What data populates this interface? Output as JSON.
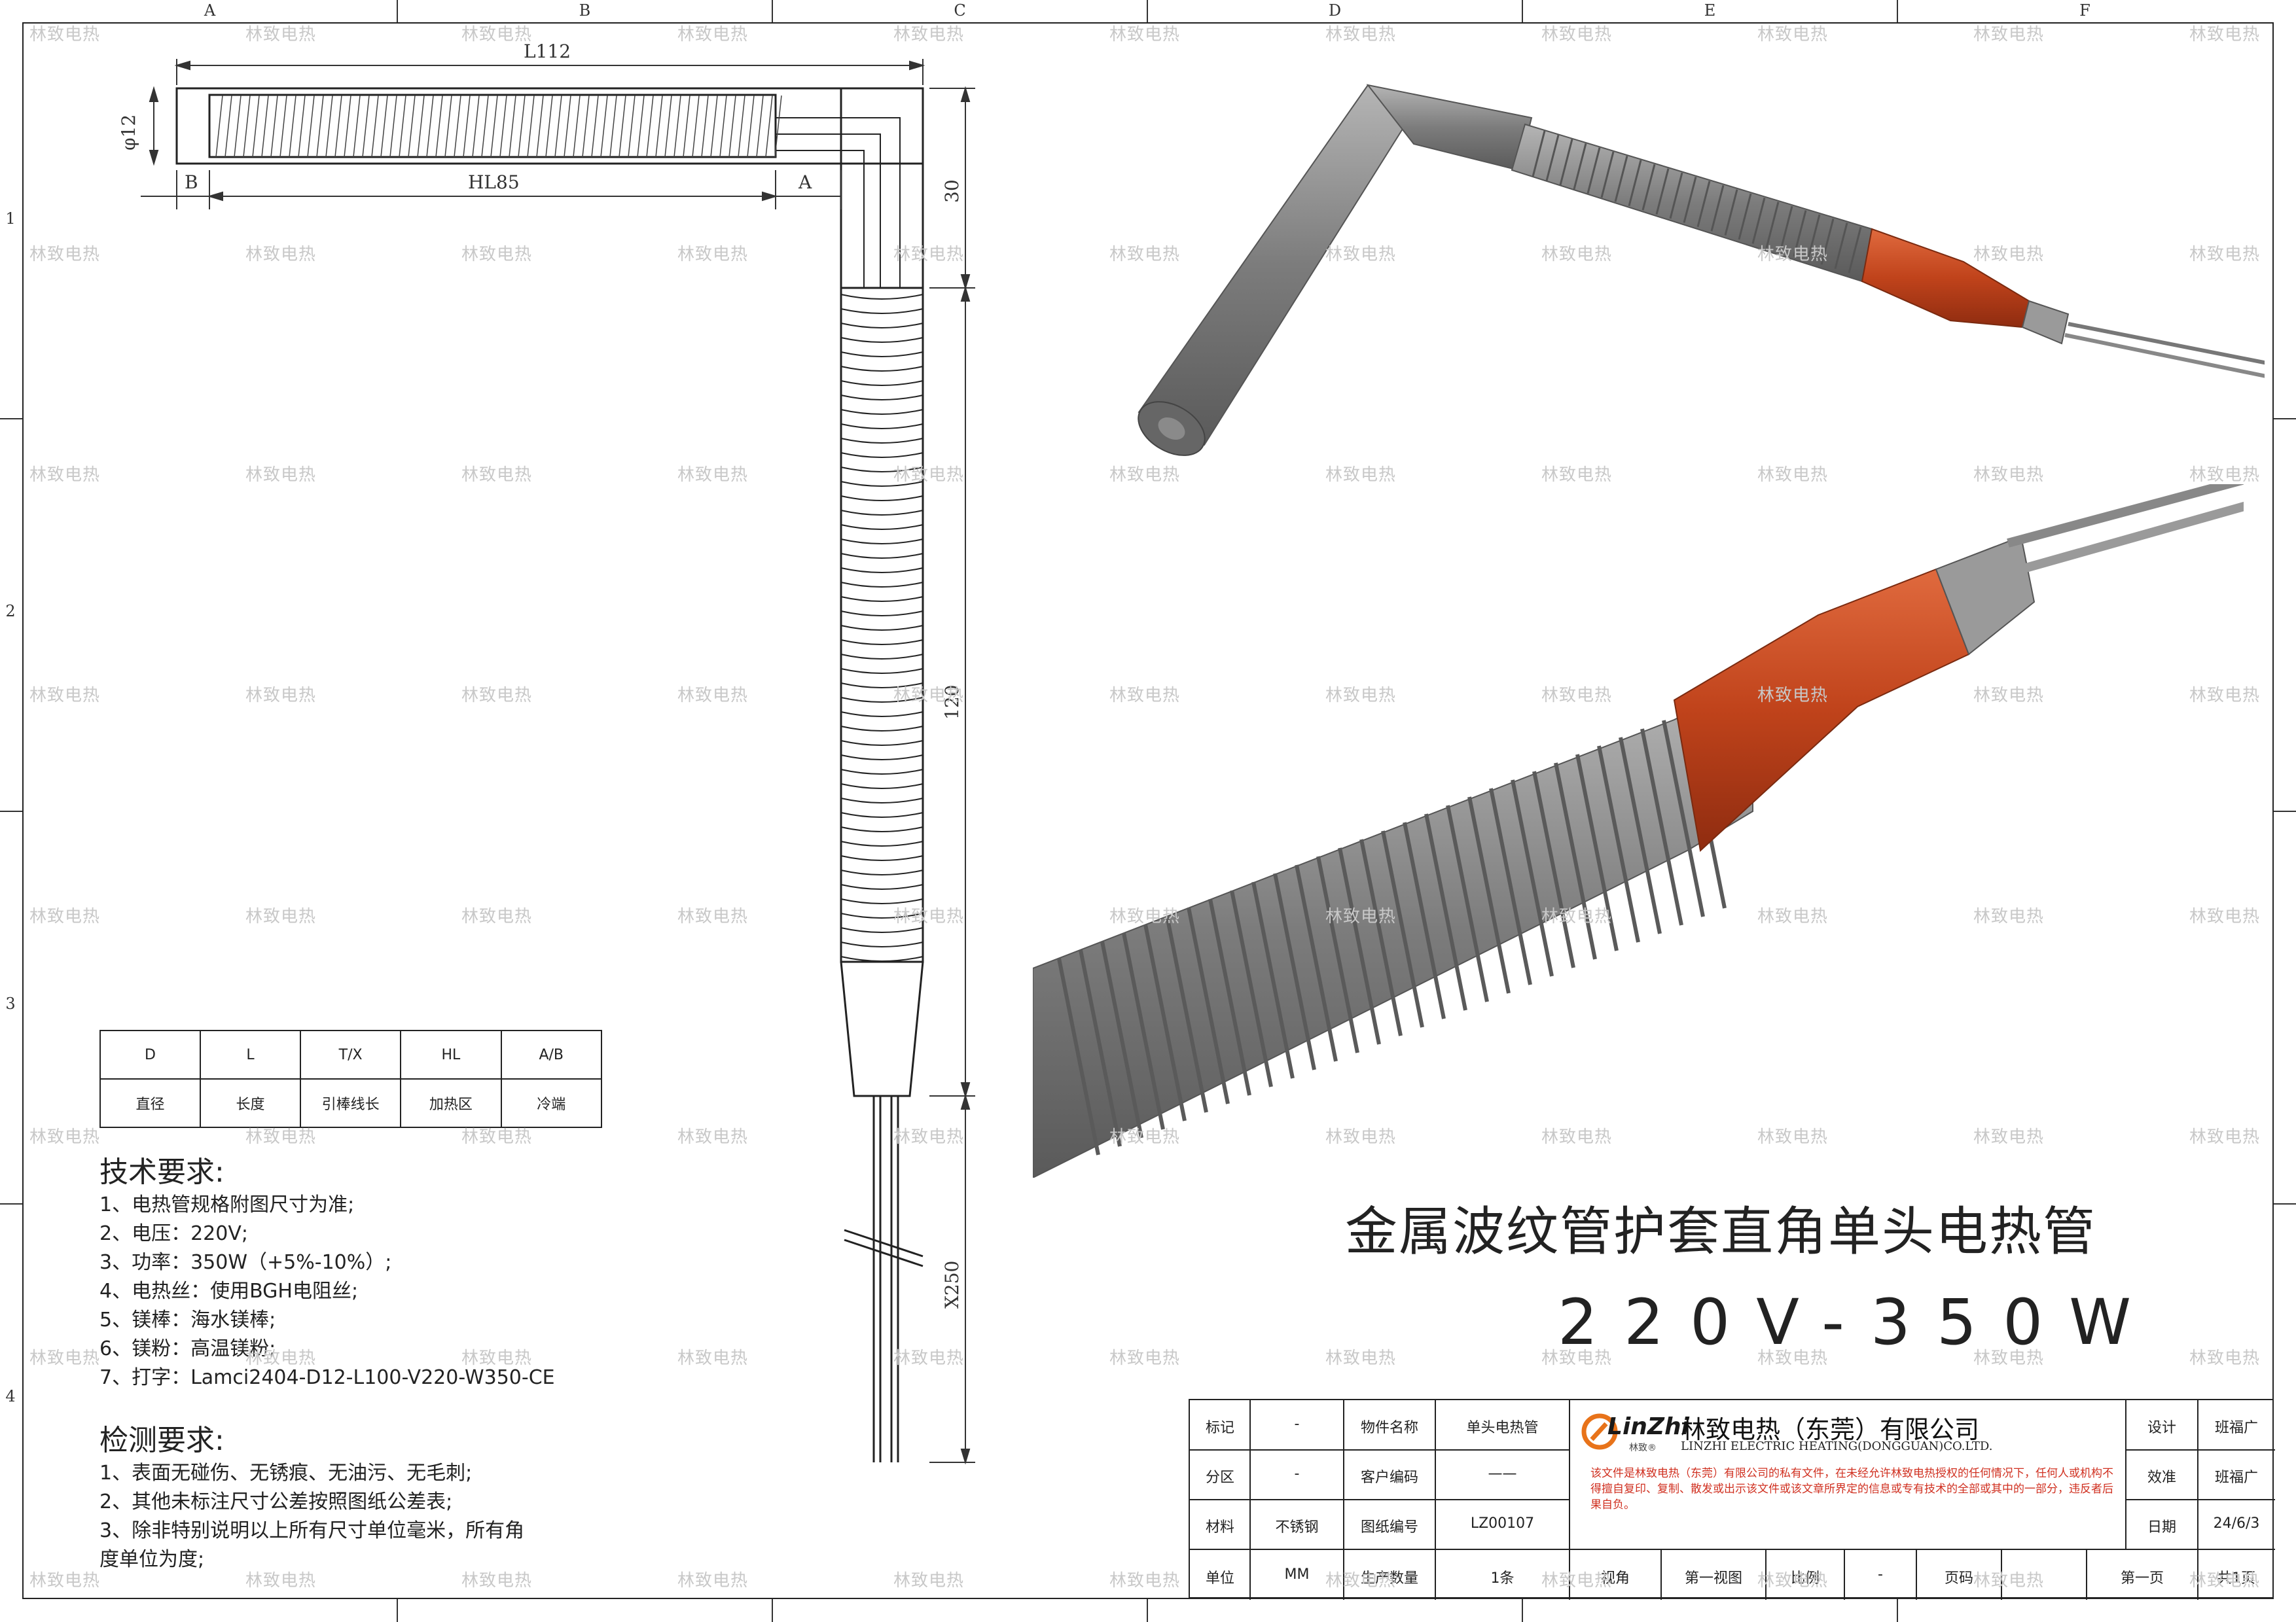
{
  "grid": {
    "columns": [
      "A",
      "B",
      "C",
      "D",
      "E",
      "F"
    ],
    "rows": [
      "1",
      "2",
      "3",
      "4"
    ]
  },
  "watermark": "林致电热",
  "drawing": {
    "dim_L": "L112",
    "dim_D": "φ12",
    "dim_B": "B",
    "dim_HL": "HL85",
    "dim_A": "A",
    "dim_30": "30",
    "dim_120": "120",
    "dim_X250": "X250"
  },
  "spec_table": {
    "headers": [
      "D",
      "L",
      "T/X",
      "HL",
      "A/B"
    ],
    "values": [
      "直径",
      "长度",
      "引棒线长",
      "加热区",
      "冷端"
    ]
  },
  "tech_requirements": {
    "title": "技术要求:",
    "items": [
      "1、电热管规格附图尺寸为准;",
      "2、电压：220V;",
      "3、功率：350W（+5%-10%）;",
      "4、电热丝：使用BGH电阻丝;",
      "5、镁棒：海水镁棒;",
      "6、镁粉：高温镁粉;",
      "7、打字：Lamci2404-D12-L100-V220-W350-CE"
    ]
  },
  "inspection_requirements": {
    "title": "检测要求:",
    "items": [
      "1、表面无碰伤、无锈痕、无油污、无毛刺;",
      "2、其他未标注尺寸公差按照图纸公差表;",
      "3、除非特别说明以上所有尺寸单位毫米，所有角",
      "度单位为度;"
    ]
  },
  "product_title": "金属波纹管护套直角单头电热管",
  "product_rating": "220V-350W",
  "title_block": {
    "r1": [
      "标记",
      "-",
      "物件名称",
      "单头电热管"
    ],
    "r2": [
      "分区",
      "-",
      "客户编码",
      "——"
    ],
    "r3": [
      "材料",
      "不锈钢",
      "图纸编号",
      "LZ00107"
    ],
    "r4": [
      "单位",
      "MM",
      "生产数量",
      "1条",
      "视角",
      "第一视图",
      "比例",
      "-",
      "页码",
      "第一页",
      "共1页"
    ],
    "logo_text": "LinZhi",
    "logo_sub": "林致®",
    "company_cn": "林致电热（东莞）有限公司",
    "company_en": "LINZHI ELECTRIC HEATING(DONGGUAN)CO.LTD.",
    "notice": "该文件是林致电热（东莞）有限公司的私有文件，在未经允许林致电热授权的任何情况下，任何人或机构不得擅自复印、复制、散发或出示该文件或该文章所界定的信息或专有技术的全部或其中的一部分，违反者后果自负。",
    "right": [
      [
        "设计",
        "班福广"
      ],
      [
        "效准",
        "班福广"
      ],
      [
        "日期",
        "24/6/3"
      ]
    ]
  },
  "colors": {
    "accent_orange": "#c94a22",
    "steel": "#8c8c8c",
    "notice_red": "#d03020",
    "logo_orange": "#e8731a"
  }
}
